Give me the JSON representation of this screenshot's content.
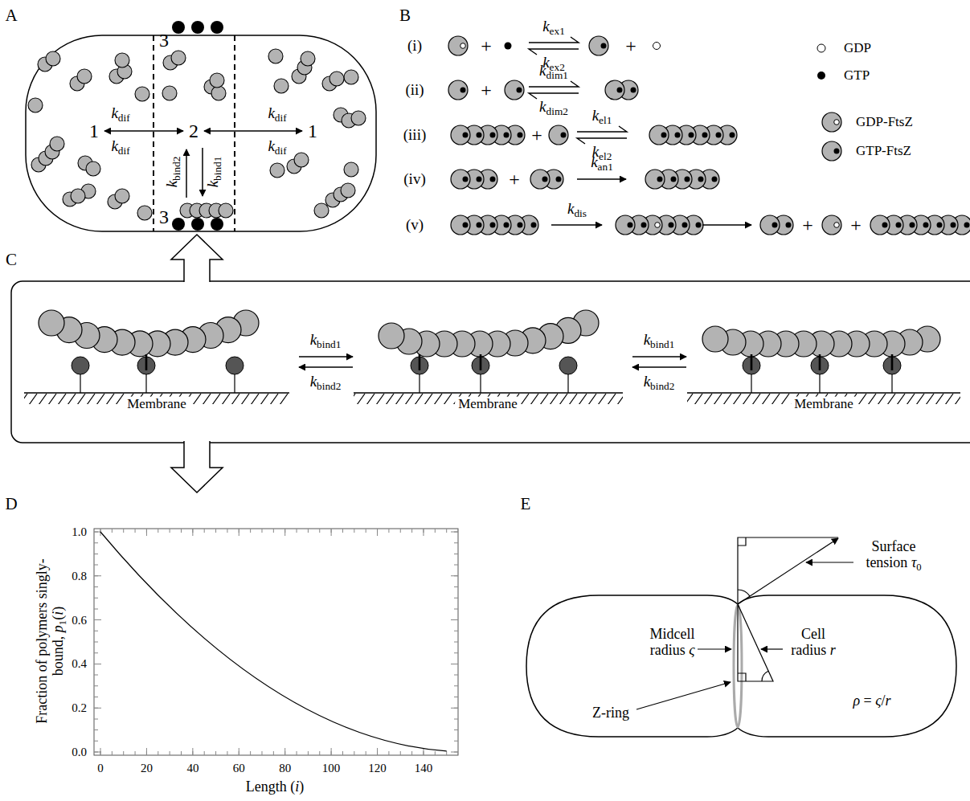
{
  "diagram": {
    "nodes": [
      {
        "text": [
          "1"
        ]
      },
      {
        "text": [
          "2"
        ]
      },
      {
        "text": [
          "1"
        ]
      }
    ],
    "edges": [
      {
        "from": 0,
        "to": 1,
        "arrow": "both",
        "label": "kdif"
      },
      {
        "from": 2,
        "to": 1,
        "arrow": "both",
        "label": "kdif"
      }
    ],
    "labels": [
      "A",
      "kdif",
      "kdif",
      "3",
      "3",
      "kbind2",
      "kbind1",
      "B",
      "(i)",
      "(ii)",
      "(iii)",
      "(iv)",
      "(v)",
      "+",
      "+",
      "kex1",
      "kex2",
      "+",
      "kdim1",
      "kdim2",
      "+",
      "kel1",
      "kel2",
      "+",
      "kan1",
      "kdis",
      "+",
      "+",
      "C",
      "kbind1",
      "kbind2",
      "kbind1",
      "kbind2",
      "Membrane",
      "Membrane",
      "Membrane",
      "D",
      "Fraction of polymers singly-bound, p1(i)",
      "Length (i)",
      "0.0",
      "0.2",
      "0.4",
      "0.6",
      "0.8",
      "1.0",
      "0",
      "20",
      "40",
      "60",
      "80",
      "100",
      "120",
      "140",
      "E",
      "Surface tension τ0",
      "Midcell radius ς",
      "Cell radius r",
      "Z-ring",
      "ρ = ς/r"
    ],
    "legend": [
      {
        "text": "GDP"
      },
      {
        "text": "GTP"
      },
      {
        "text": "GDP-FtsZ"
      },
      {
        "text": "GTP-FtsZ"
      }
    ]
  }
}
